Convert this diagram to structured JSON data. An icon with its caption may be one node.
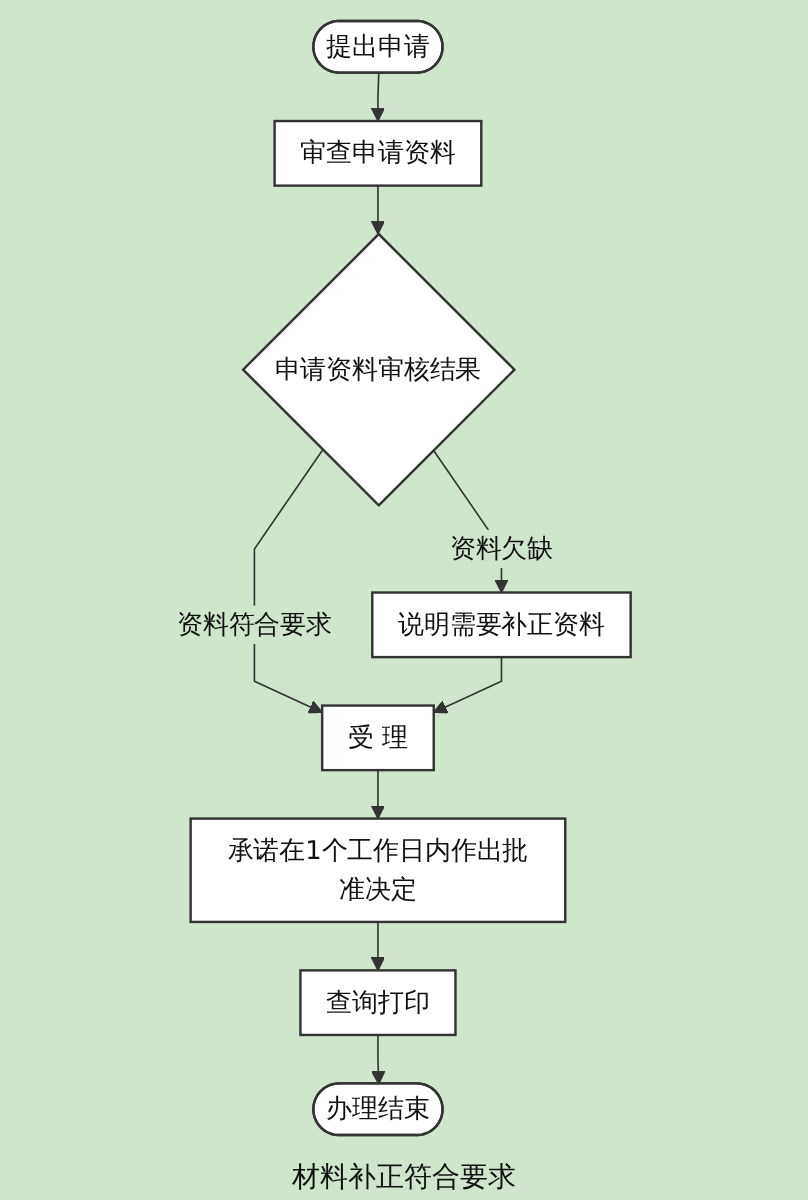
{
  "diagram": {
    "nodes": [
      {
        "text": [
          "提出申请"
        ]
      },
      {
        "text": [
          "审查申请资料"
        ]
      },
      {
        "text": [
          "申请资料审核结果"
        ]
      },
      {
        "text": [
          "说明需要补正资料"
        ]
      },
      {
        "text": [
          "受 理"
        ]
      },
      {
        "text": [
          "承诺在1个工作日内作出批准决定"
        ]
      },
      {
        "text": [
          "查询打印"
        ]
      },
      {
        "text": [
          "办理结束"
        ]
      }
    ],
    "edges": [
      {
        "from": 0,
        "to": 1,
        "arrow": "to"
      },
      {
        "from": 1,
        "to": 2,
        "arrow": "to"
      },
      {
        "from": 2,
        "to": 3,
        "arrow": "to",
        "label": "资料欠缺"
      },
      {
        "from": 2,
        "to": 4,
        "arrow": "to",
        "label": "资料符合要求"
      },
      {
        "from": 3,
        "to": 4,
        "arrow": "to"
      },
      {
        "from": 4,
        "to": 5,
        "arrow": "to"
      },
      {
        "from": 5,
        "to": 6,
        "arrow": "to"
      },
      {
        "from": 6,
        "to": 7,
        "arrow": "to"
      }
    ],
    "labels": [
      "材料补正符合要求"
    ]
  }
}
